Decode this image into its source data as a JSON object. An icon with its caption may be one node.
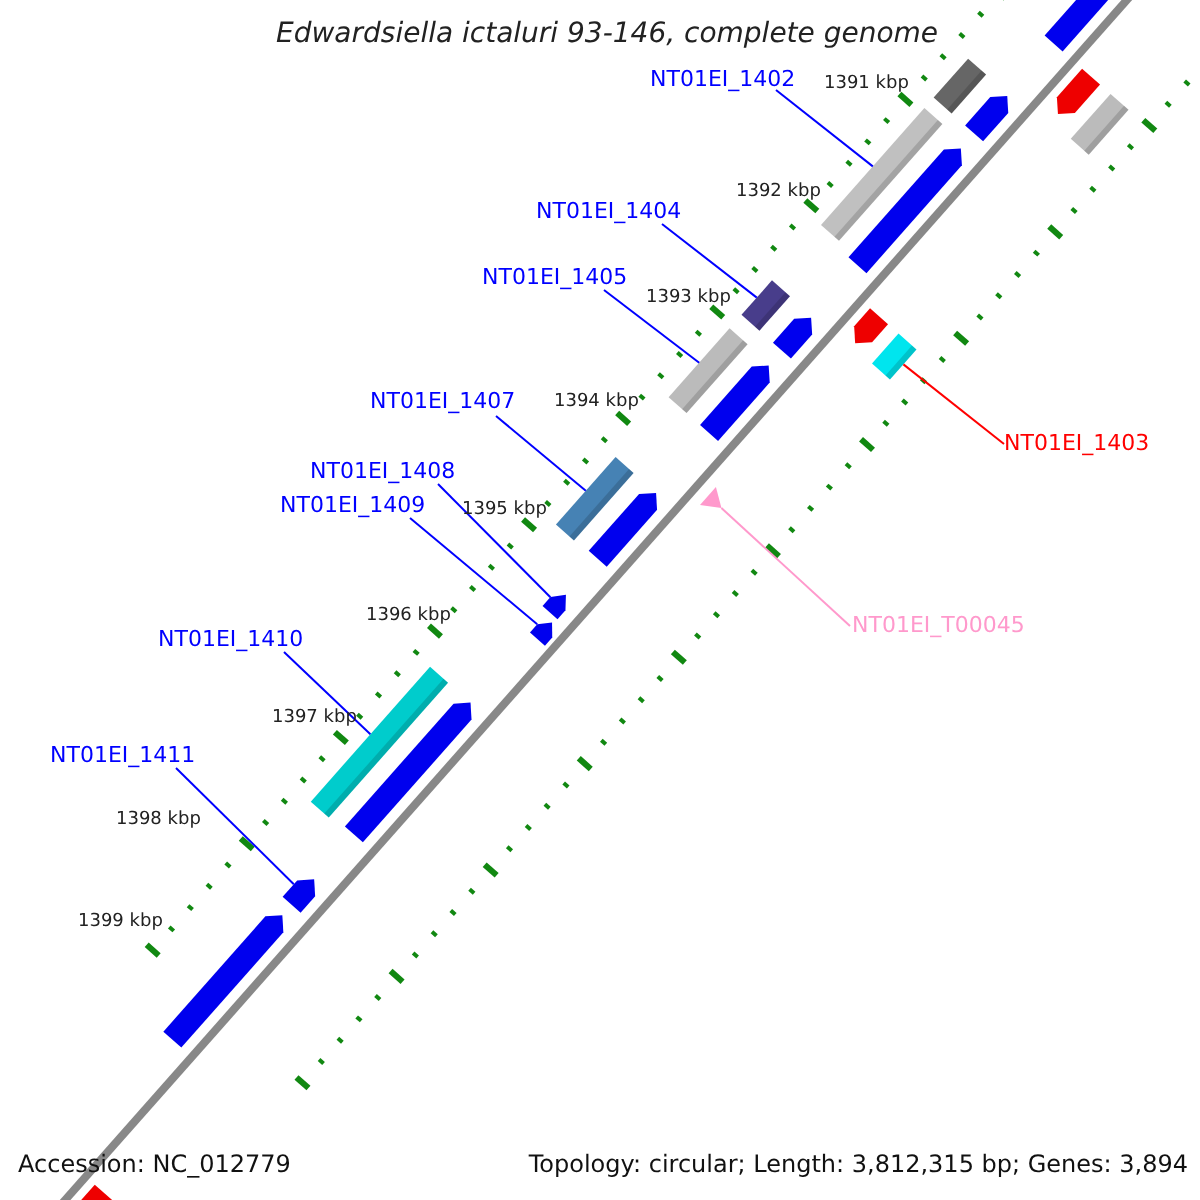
{
  "diagram": {
    "title": "Edwardsiella ictaluri 93-146, complete genome",
    "nodes": [
      {
        "text": [
          "NT01EI_1402"
        ]
      },
      {
        "text": [],
        "shape": "bar"
      },
      {
        "text": [
          "NT01EI_1404"
        ]
      },
      {
        "text": [],
        "shape": "bar"
      },
      {
        "text": [
          "NT01EI_1405"
        ]
      },
      {
        "text": [],
        "shape": "bar"
      },
      {
        "text": [
          "NT01EI_1407"
        ]
      },
      {
        "text": [],
        "shape": "bar"
      },
      {
        "text": [
          "NT01EI_1403"
        ]
      },
      {
        "text": [],
        "shape": "bar"
      },
      {
        "text": [
          "NT01EI_1408"
        ]
      },
      {
        "text": [],
        "shape": "arrow"
      },
      {
        "text": [
          "NT01EI_1409"
        ]
      },
      {
        "text": [],
        "shape": "arrow"
      },
      {
        "text": [
          "NT01EI_T00045"
        ]
      },
      {
        "text": [],
        "shape": "triangle"
      },
      {
        "text": [
          "NT01EI_1410"
        ]
      },
      {
        "text": [],
        "shape": "bar"
      },
      {
        "text": [
          "NT01EI_1411"
        ]
      },
      {
        "text": [],
        "shape": "arrow"
      }
    ],
    "edges": [
      {
        "from": 0,
        "to": 1,
        "arrow": "none",
        "color": "#0000ff"
      },
      {
        "from": 2,
        "to": 3,
        "arrow": "none",
        "color": "#0000ff"
      },
      {
        "from": 4,
        "to": 5,
        "arrow": "none",
        "color": "#0000ff"
      },
      {
        "from": 6,
        "to": 7,
        "arrow": "none",
        "color": "#0000ff"
      },
      {
        "from": 8,
        "to": 9,
        "arrow": "none",
        "color": "#ff0000"
      },
      {
        "from": 10,
        "to": 11,
        "arrow": "none",
        "color": "#0000ff"
      },
      {
        "from": 12,
        "to": 13,
        "arrow": "none",
        "color": "#0000ff"
      },
      {
        "from": 14,
        "to": 15,
        "arrow": "none",
        "color": "#ff99cc"
      },
      {
        "from": 16,
        "to": 17,
        "arrow": "none",
        "color": "#0000ff"
      },
      {
        "from": 18,
        "to": 19,
        "arrow": "none",
        "color": "#0000ff"
      }
    ],
    "labels": [
      "1391 kbp",
      "1392 kbp",
      "1393 kbp",
      "1394 kbp",
      "1395 kbp",
      "1396 kbp",
      "1397 kbp",
      "1398 kbp",
      "1399 kbp",
      "Accession: NC_012779",
      "Topology: circular; Length: 3,812,315 bp; Genes: 3,894"
    ]
  }
}
